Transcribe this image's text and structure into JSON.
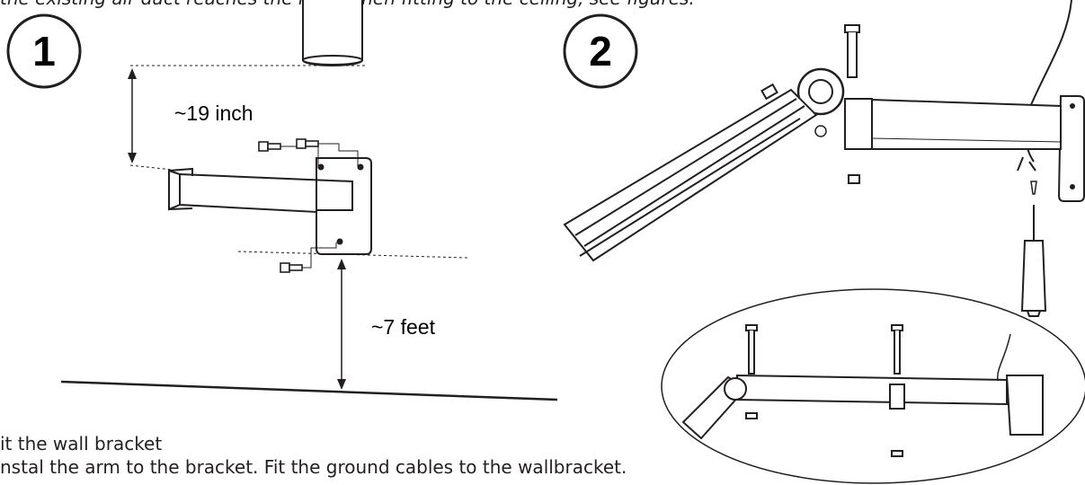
{
  "intro_text": "the existing air-duct reaches the hose when fitting to the ceiling, see figures.",
  "steps": [
    {
      "number": "1"
    },
    {
      "number": "2"
    }
  ],
  "measurements": {
    "ceiling_to_bracket": "~19 inch",
    "bracket_to_floor": "~7 feet"
  },
  "captions": {
    "step1": "it the wall bracket",
    "step2": "nstal the arm to the bracket. Fit the ground cables to the wallbracket."
  }
}
